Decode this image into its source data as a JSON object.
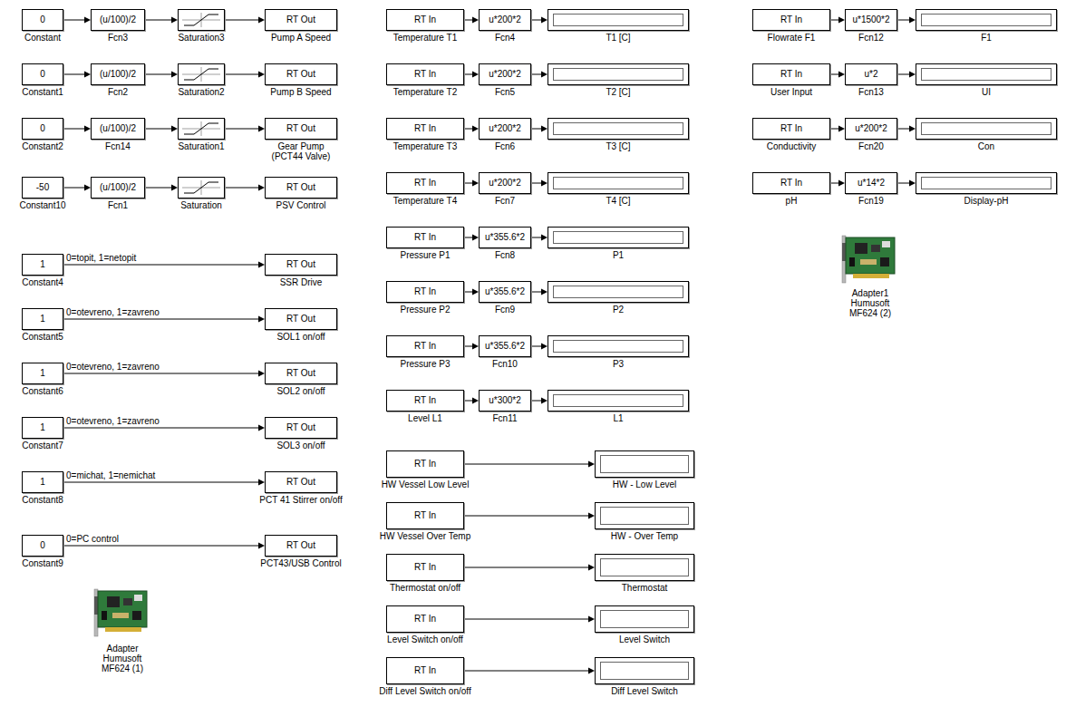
{
  "diagram": {
    "nodes": [
      {
        "text": [
          "0",
          "Constant"
        ]
      },
      {
        "text": [
          "(u/100)/2",
          "Fcn3"
        ]
      },
      {
        "text": [
          "Saturation3"
        ]
      },
      {
        "text": [
          "RT Out",
          "Pump A Speed"
        ]
      },
      {
        "text": [
          "0",
          "Constant1"
        ]
      },
      {
        "text": [
          "(u/100)/2",
          "Fcn2"
        ]
      },
      {
        "text": [
          "Saturation2"
        ]
      },
      {
        "text": [
          "RT Out",
          "Pump B Speed"
        ]
      },
      {
        "text": [
          "0",
          "Constant2"
        ]
      },
      {
        "text": [
          "(u/100)/2",
          "Fcn14"
        ]
      },
      {
        "text": [
          "Saturation1"
        ]
      },
      {
        "text": [
          "RT Out",
          "Gear Pump (PCT44 Valve)"
        ]
      },
      {
        "text": [
          "-50",
          "Constant10"
        ]
      },
      {
        "text": [
          "(u/100)/2",
          "Fcn1"
        ]
      },
      {
        "text": [
          "Saturation"
        ]
      },
      {
        "text": [
          "RT Out",
          "PSV Control"
        ]
      },
      {
        "text": [
          "1",
          "Constant4"
        ]
      },
      {
        "text": [
          "RT Out",
          "SSR Drive"
        ]
      },
      {
        "text": [
          "1",
          "Constant5"
        ]
      },
      {
        "text": [
          "RT Out",
          "SOL1 on/off"
        ]
      },
      {
        "text": [
          "1",
          "Constant6"
        ]
      },
      {
        "text": [
          "RT Out",
          "SOL2 on/off"
        ]
      },
      {
        "text": [
          "1",
          "Constant7"
        ]
      },
      {
        "text": [
          "RT Out",
          "SOL3 on/off"
        ]
      },
      {
        "text": [
          "1",
          "Constant8"
        ]
      },
      {
        "text": [
          "RT Out",
          "PCT 41 Stirrer on/off"
        ]
      },
      {
        "text": [
          "0",
          "Constant9"
        ]
      },
      {
        "text": [
          "RT Out",
          "PCT43/USB Control"
        ]
      },
      {
        "text": [
          "RT In",
          "Temperature T1"
        ]
      },
      {
        "text": [
          "u*200*2",
          "Fcn4"
        ]
      },
      {
        "text": [
          "T1 [C]"
        ]
      },
      {
        "text": [
          "RT In",
          "Temperature T2"
        ]
      },
      {
        "text": [
          "u*200*2",
          "Fcn5"
        ]
      },
      {
        "text": [
          "T2 [C]"
        ]
      },
      {
        "text": [
          "RT In",
          "Temperature T3"
        ]
      },
      {
        "text": [
          "u*200*2",
          "Fcn6"
        ]
      },
      {
        "text": [
          "T3 [C]"
        ]
      },
      {
        "text": [
          "RT In",
          "Temperature T4"
        ]
      },
      {
        "text": [
          "u*200*2",
          "Fcn7"
        ]
      },
      {
        "text": [
          "T4 [C]"
        ]
      },
      {
        "text": [
          "RT In",
          "Pressure P1"
        ]
      },
      {
        "text": [
          "u*355.6*2",
          "Fcn8"
        ]
      },
      {
        "text": [
          "P1"
        ]
      },
      {
        "text": [
          "RT In",
          "Pressure P2"
        ]
      },
      {
        "text": [
          "u*355.6*2",
          "Fcn9"
        ]
      },
      {
        "text": [
          "P2"
        ]
      },
      {
        "text": [
          "RT In",
          "Pressure P3"
        ]
      },
      {
        "text": [
          "u*355.6*2",
          "Fcn10"
        ]
      },
      {
        "text": [
          "P3"
        ]
      },
      {
        "text": [
          "RT In",
          "Level L1"
        ]
      },
      {
        "text": [
          "u*300*2",
          "Fcn11"
        ]
      },
      {
        "text": [
          "L1"
        ]
      },
      {
        "text": [
          "RT In",
          "HW Vessel Low Level"
        ]
      },
      {
        "text": [
          "HW - Low Level"
        ]
      },
      {
        "text": [
          "RT In",
          "HW Vessel Over Temp"
        ]
      },
      {
        "text": [
          "HW - Over Temp"
        ]
      },
      {
        "text": [
          "RT In",
          "Thermostat on/off"
        ]
      },
      {
        "text": [
          "Thermostat"
        ]
      },
      {
        "text": [
          "RT In",
          "Level Switch on/off"
        ]
      },
      {
        "text": [
          "Level Switch"
        ]
      },
      {
        "text": [
          "RT In",
          "Diff Level Switch on/off"
        ]
      },
      {
        "text": [
          "Diff Level Switch"
        ]
      },
      {
        "text": [
          "RT In",
          "Flowrate F1"
        ]
      },
      {
        "text": [
          "u*1500*2",
          "Fcn12"
        ]
      },
      {
        "text": [
          "F1"
        ]
      },
      {
        "text": [
          "RT In",
          "User Input"
        ]
      },
      {
        "text": [
          "u*2",
          "Fcn13"
        ]
      },
      {
        "text": [
          "UI"
        ]
      },
      {
        "text": [
          "RT In",
          "Conductivity"
        ]
      },
      {
        "text": [
          "u*200*2",
          "Fcn20"
        ]
      },
      {
        "text": [
          "Con"
        ]
      },
      {
        "text": [
          "RT In",
          "pH"
        ]
      },
      {
        "text": [
          "u*14*2",
          "Fcn19"
        ]
      },
      {
        "text": [
          "Display-pH"
        ]
      }
    ],
    "edges": [
      {
        "from": 0,
        "to": 1,
        "arrow": "to"
      },
      {
        "from": 1,
        "to": 2,
        "arrow": "to"
      },
      {
        "from": 2,
        "to": 3,
        "arrow": "to"
      },
      {
        "from": 4,
        "to": 5,
        "arrow": "to"
      },
      {
        "from": 5,
        "to": 6,
        "arrow": "to"
      },
      {
        "from": 6,
        "to": 7,
        "arrow": "to"
      },
      {
        "from": 8,
        "to": 9,
        "arrow": "to"
      },
      {
        "from": 9,
        "to": 10,
        "arrow": "to"
      },
      {
        "from": 10,
        "to": 11,
        "arrow": "to"
      },
      {
        "from": 12,
        "to": 13,
        "arrow": "to"
      },
      {
        "from": 13,
        "to": 14,
        "arrow": "to"
      },
      {
        "from": 14,
        "to": 15,
        "arrow": "to"
      },
      {
        "from": 16,
        "to": 17,
        "arrow": "to",
        "label": "0=topit, 1=netopit"
      },
      {
        "from": 18,
        "to": 19,
        "arrow": "to",
        "label": "0=otevreno, 1=zavreno"
      },
      {
        "from": 20,
        "to": 21,
        "arrow": "to",
        "label": "0=otevreno, 1=zavreno"
      },
      {
        "from": 22,
        "to": 23,
        "arrow": "to",
        "label": "0=otevreno, 1=zavreno"
      },
      {
        "from": 24,
        "to": 25,
        "arrow": "to",
        "label": "0=michat, 1=nemichat"
      },
      {
        "from": 26,
        "to": 27,
        "arrow": "to",
        "label": "0=PC control"
      },
      {
        "from": 28,
        "to": 29,
        "arrow": "to"
      },
      {
        "from": 29,
        "to": 30,
        "arrow": "to"
      },
      {
        "from": 31,
        "to": 32,
        "arrow": "to"
      },
      {
        "from": 32,
        "to": 33,
        "arrow": "to"
      },
      {
        "from": 34,
        "to": 35,
        "arrow": "to"
      },
      {
        "from": 35,
        "to": 36,
        "arrow": "to"
      },
      {
        "from": 37,
        "to": 38,
        "arrow": "to"
      },
      {
        "from": 38,
        "to": 39,
        "arrow": "to"
      },
      {
        "from": 40,
        "to": 41,
        "arrow": "to"
      },
      {
        "from": 41,
        "to": 42,
        "arrow": "to"
      },
      {
        "from": 43,
        "to": 44,
        "arrow": "to"
      },
      {
        "from": 44,
        "to": 45,
        "arrow": "to"
      },
      {
        "from": 46,
        "to": 47,
        "arrow": "to"
      },
      {
        "from": 47,
        "to": 48,
        "arrow": "to"
      },
      {
        "from": 49,
        "to": 50,
        "arrow": "to"
      },
      {
        "from": 50,
        "to": 51,
        "arrow": "to"
      },
      {
        "from": 52,
        "to": 53,
        "arrow": "to"
      },
      {
        "from": 54,
        "to": 55,
        "arrow": "to"
      },
      {
        "from": 56,
        "to": 57,
        "arrow": "to"
      },
      {
        "from": 58,
        "to": 59,
        "arrow": "to"
      },
      {
        "from": 60,
        "to": 61,
        "arrow": "to"
      },
      {
        "from": 62,
        "to": 63,
        "arrow": "to"
      },
      {
        "from": 63,
        "to": 64,
        "arrow": "to"
      },
      {
        "from": 65,
        "to": 66,
        "arrow": "to"
      },
      {
        "from": 66,
        "to": 67,
        "arrow": "to"
      },
      {
        "from": 68,
        "to": 69,
        "arrow": "to"
      },
      {
        "from": 69,
        "to": 70,
        "arrow": "to"
      },
      {
        "from": 71,
        "to": 72,
        "arrow": "to"
      },
      {
        "from": 72,
        "to": 73,
        "arrow": "to"
      }
    ],
    "labels": [
      "Adapter Humusoft MF624 (1)",
      "Adapter1 Humusoft MF624 (2)"
    ]
  }
}
